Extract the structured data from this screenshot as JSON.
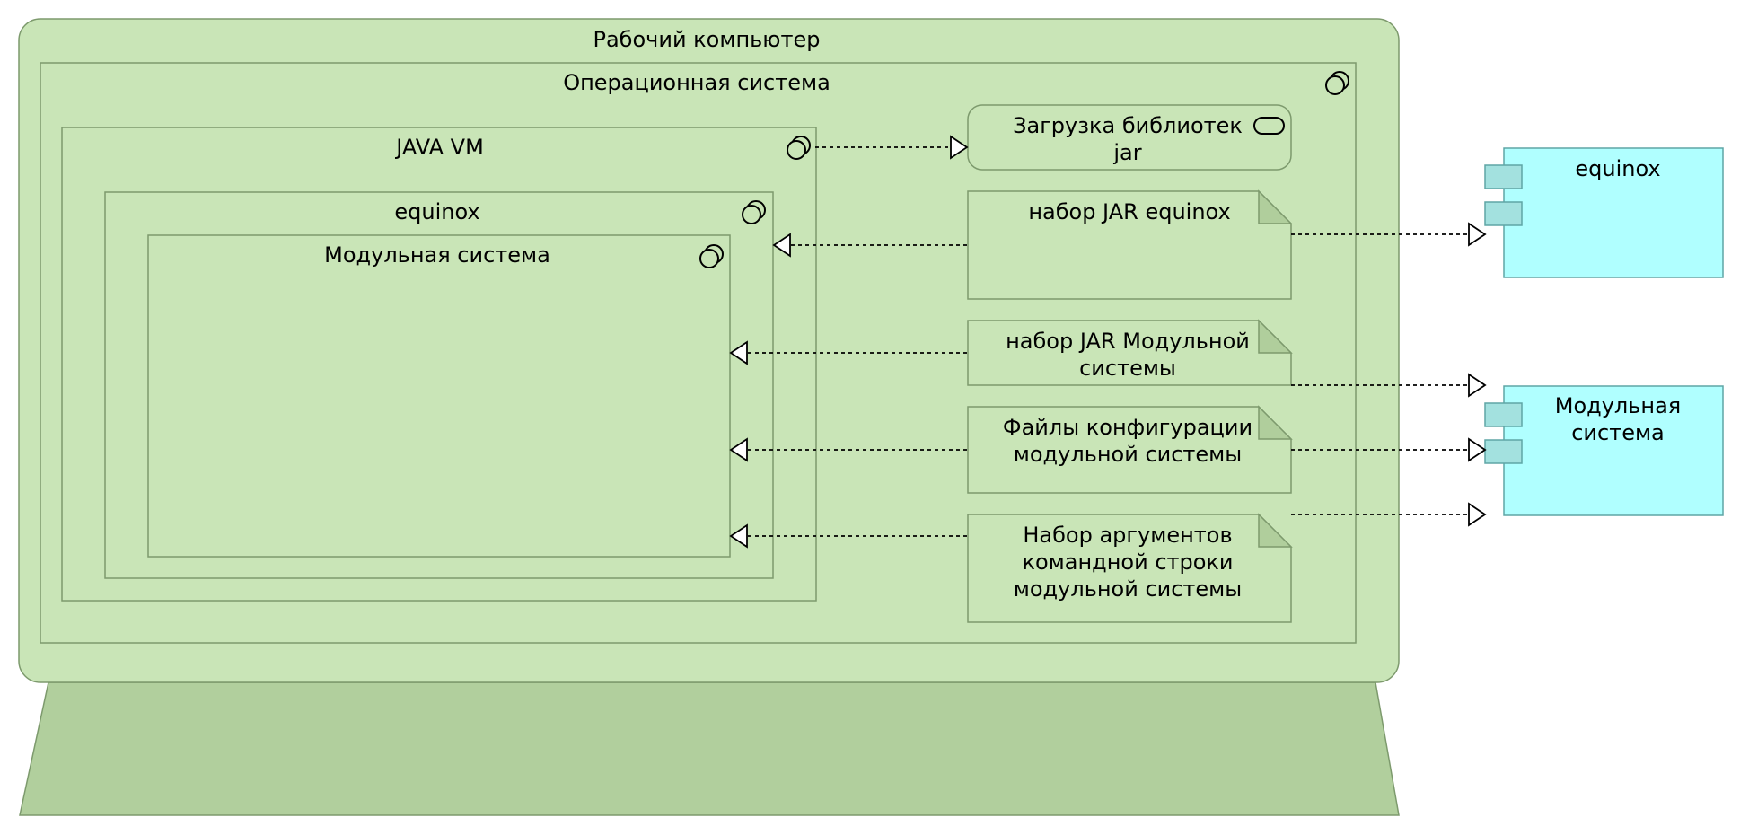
{
  "colors": {
    "node_fill": "#c9e5b7",
    "node_stroke": "#7d9a6d",
    "base_fill": "#b1cf9d",
    "note_fold": "#b0ce9c",
    "component_fill": "#b0ffff",
    "component_stroke": "#5fa5a5",
    "component_tab": "#a3e1df"
  },
  "diagram": {
    "workstation": {
      "label": "Рабочий компьютер"
    },
    "os": {
      "label": "Операционная система",
      "icon": "system-software-icon"
    },
    "jvm": {
      "label": "JAVA VM",
      "icon": "system-software-icon"
    },
    "equinox": {
      "label": "equinox",
      "icon": "system-software-icon"
    },
    "modular": {
      "label": "Модульная система",
      "icon": "system-software-icon"
    },
    "service": {
      "line1": "Загрузка библиотек",
      "line2": "jar",
      "icon": "service-icon"
    },
    "artifacts": [
      {
        "lines": [
          "набор JAR equinox"
        ]
      },
      {
        "lines": [
          "набор JAR Модульной",
          "системы"
        ]
      },
      {
        "lines": [
          "Файлы конфигурации",
          "модульной системы"
        ]
      },
      {
        "lines": [
          "Набор аргументов",
          "командной строки",
          "модульной системы"
        ]
      }
    ],
    "components": [
      {
        "lines": [
          "equinox"
        ]
      },
      {
        "lines": [
          "Модульная",
          "система"
        ]
      }
    ]
  }
}
